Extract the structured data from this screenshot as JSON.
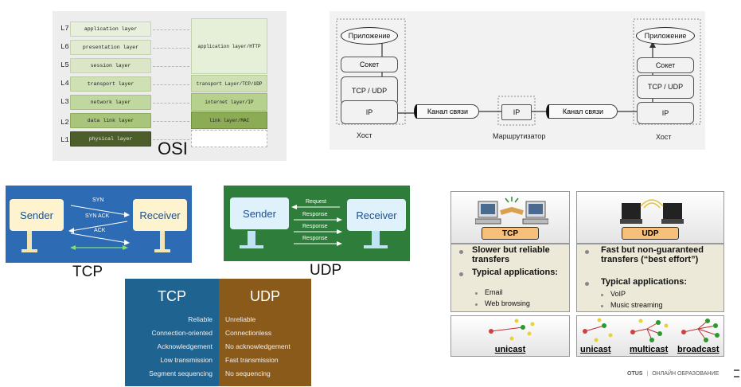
{
  "osi": {
    "label": "OSI",
    "layers": [
      {
        "num": "L7",
        "name": "application layer",
        "color": "#e8efdc"
      },
      {
        "num": "L6",
        "name": "presentation layer",
        "color": "#e2ebd2"
      },
      {
        "num": "L5",
        "name": "session layer",
        "color": "#dbe6c6"
      },
      {
        "num": "L4",
        "name": "transport layer",
        "color": "#cfe0b4"
      },
      {
        "num": "L3",
        "name": "network layer",
        "color": "#c1d7a0"
      },
      {
        "num": "L2",
        "name": "data link layer",
        "color": "#a9c57b"
      },
      {
        "num": "L1",
        "name": "physical layer",
        "color": "#4d5e2a"
      }
    ],
    "right": [
      {
        "name": "application layer/HTTP",
        "color": "#e6efd8"
      },
      {
        "name": "transport Layer/TCP/UDP",
        "color": "#cfe0b4"
      },
      {
        "name": "internet layer/IP",
        "color": "#b6d08e"
      },
      {
        "name": "link layer/MAC",
        "color": "#8bab55"
      },
      {
        "name": "",
        "color": "#ffffff"
      }
    ]
  },
  "net": {
    "app_left": "Приложение",
    "socket_left": "Сокет",
    "tcpudp_left": "TCP / UDP",
    "ip_left": "IP",
    "host_left": "Хост",
    "channel1": "Канал связи",
    "router_ip": "IP",
    "router": "Маршрутизатор",
    "channel2": "Канал связи",
    "app_right": "Приложение",
    "socket_right": "Сокет",
    "tcpudp_right": "TCP / UDP",
    "ip_right": "IP",
    "host_right": "Хост"
  },
  "tcp_hs": {
    "sender": "Sender",
    "receiver": "Receiver",
    "msgs": [
      "SYN",
      "SYN ACK",
      "ACK"
    ],
    "caption": "TCP"
  },
  "udp_hs": {
    "sender": "Sender",
    "receiver": "Receiver",
    "msgs": [
      "Request",
      "Response",
      "Response",
      "Response"
    ],
    "caption": "UDP"
  },
  "table": {
    "tcp_title": "TCP",
    "udp_title": "UDP",
    "tcp_rows": [
      "Reliable",
      "Connection-oriented",
      "Acknowledgement",
      "Low transmission",
      "Segment sequencing"
    ],
    "udp_rows": [
      "Unreliable",
      "Connectionless",
      "No acknowledgement",
      "Fast transmission",
      "No sequencing"
    ],
    "tcp_color": "#1f6390",
    "udp_color": "#8a5a1a"
  },
  "panel": {
    "tcp_label": "TCP",
    "udp_label": "UDP",
    "tcp_b1": "Slower but reliable transfers",
    "tcp_b2": "Typical applications:",
    "tcp_s1": "Email",
    "tcp_s2": "Web browsing",
    "udp_b1": "Fast but non-guaranteed transfers (“best effort”)",
    "udp_b2": "Typical applications:",
    "udp_s1": "VoIP",
    "udp_s2": "Music streaming",
    "unicast1": "unicast",
    "unicast2": "unicast",
    "multicast": "multicast",
    "broadcast": "broadcast"
  },
  "footer": {
    "brand": "OTUS",
    "tagline": "ОНЛАЙН ОБРАЗОВАНИЕ"
  }
}
